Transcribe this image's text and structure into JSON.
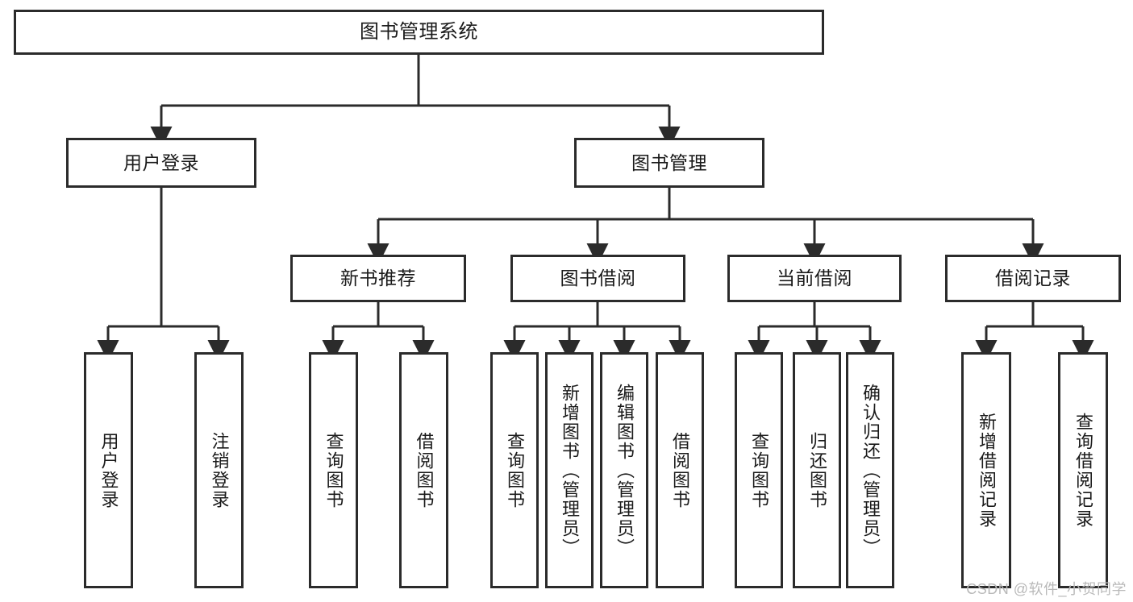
{
  "diagram": {
    "title": "图书管理系统",
    "stroke_color": "#2b2b2b",
    "fill_color": "#ffffff",
    "text_color": "#1a1a1a",
    "watermark": "CSDN @软件_小贺同学"
  },
  "nodes": {
    "root": {
      "label": "图书管理系统"
    },
    "level2": [
      {
        "id": "user-login",
        "label": "用户登录"
      },
      {
        "id": "book-management",
        "label": "图书管理"
      }
    ],
    "level3": [
      {
        "id": "new-book-recommend",
        "label": "新书推荐"
      },
      {
        "id": "book-borrow",
        "label": "图书借阅"
      },
      {
        "id": "current-borrow",
        "label": "当前借阅"
      },
      {
        "id": "borrow-record",
        "label": "借阅记录"
      }
    ],
    "leaves": {
      "user_login": [
        {
          "id": "leaf-user-login",
          "label": "用户登录"
        },
        {
          "id": "leaf-logout",
          "label": "注销登录"
        }
      ],
      "new_book_recommend": [
        {
          "id": "leaf-query-book-1",
          "label": "查询图书"
        },
        {
          "id": "leaf-borrow-book-1",
          "label": "借阅图书"
        }
      ],
      "book_borrow": [
        {
          "id": "leaf-query-book-2",
          "label": "查询图书"
        },
        {
          "id": "leaf-add-book",
          "label": "新增图书（管理员）"
        },
        {
          "id": "leaf-edit-book",
          "label": "编辑图书（管理员）"
        },
        {
          "id": "leaf-borrow-book-2",
          "label": "借阅图书"
        }
      ],
      "current_borrow": [
        {
          "id": "leaf-query-book-3",
          "label": "查询图书"
        },
        {
          "id": "leaf-return-book",
          "label": "归还图书"
        },
        {
          "id": "leaf-confirm-return",
          "label": "确认归还（管理员）"
        }
      ],
      "borrow_record": [
        {
          "id": "leaf-add-record",
          "label": "新增借阅记录"
        },
        {
          "id": "leaf-query-record",
          "label": "查询借阅记录"
        }
      ]
    }
  }
}
